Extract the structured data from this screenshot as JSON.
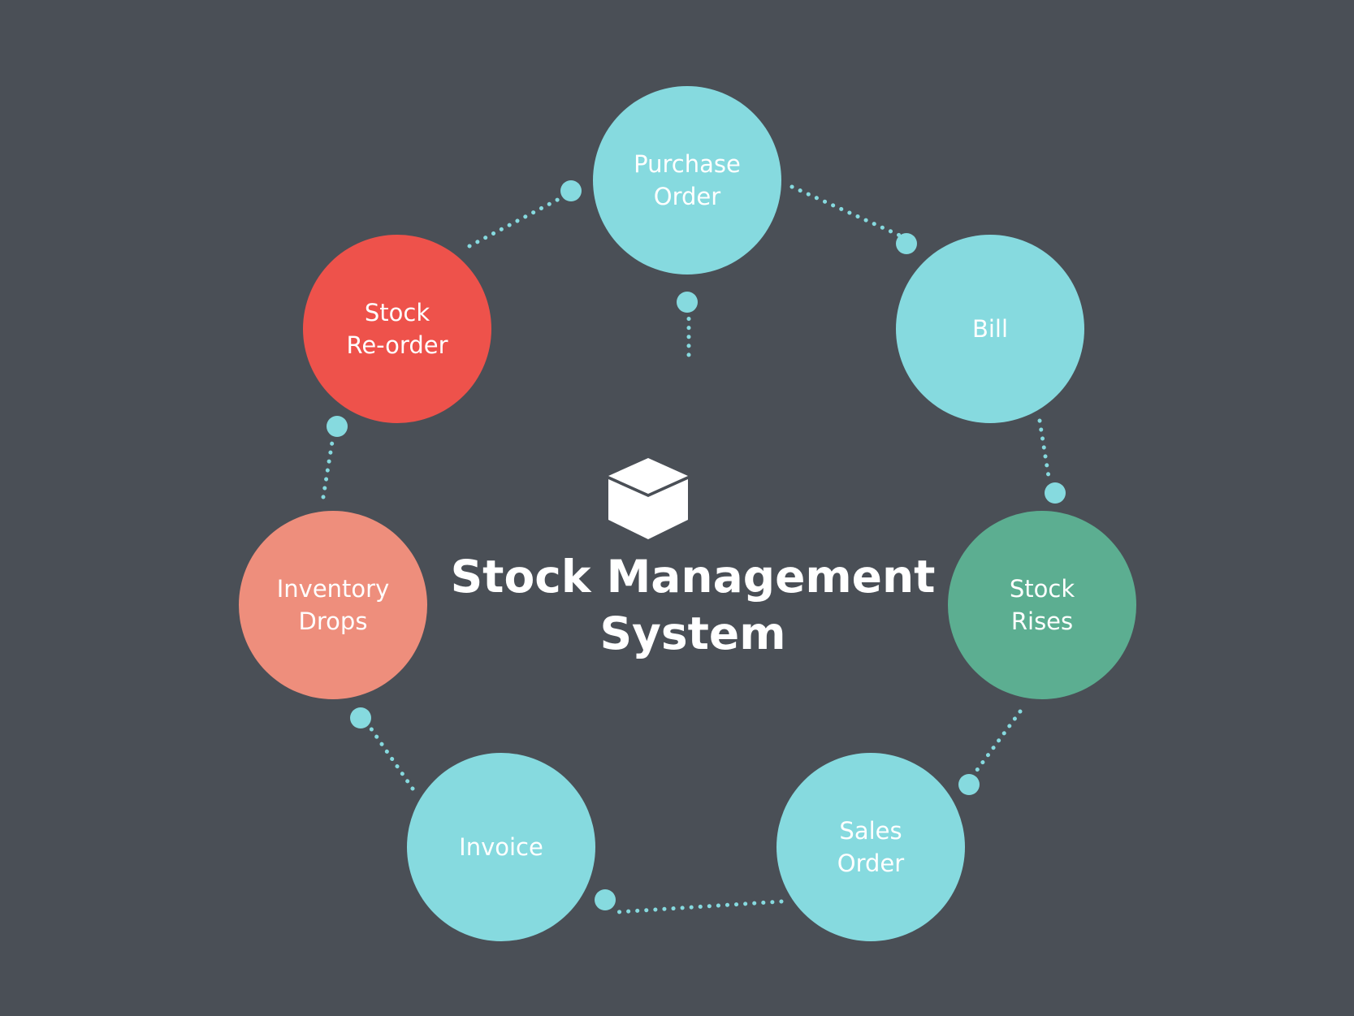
{
  "diagram": {
    "title_lines": [
      "Stock Management",
      "System"
    ],
    "center_icon": "box-icon",
    "nodes": [
      {
        "id": "purchase-order",
        "lines": [
          "Purchase",
          "Order"
        ],
        "color": "#86DADF"
      },
      {
        "id": "bill",
        "lines": [
          "Bill"
        ],
        "color": "#86DADF"
      },
      {
        "id": "stock-rises",
        "lines": [
          "Stock",
          "Rises"
        ],
        "color": "#5CAE91"
      },
      {
        "id": "sales-order",
        "lines": [
          "Sales",
          "Order"
        ],
        "color": "#86DADF"
      },
      {
        "id": "invoice",
        "lines": [
          "Invoice"
        ],
        "color": "#86DADF"
      },
      {
        "id": "inventory-drops",
        "lines": [
          "Inventory",
          "Drops"
        ],
        "color": "#EE8E7C"
      },
      {
        "id": "stock-reorder",
        "lines": [
          "Stock",
          "Re-order"
        ],
        "color": "#EE524B"
      }
    ],
    "colors": {
      "background": "#4A4F56",
      "connector": "#86DADF",
      "text": "#FFFFFF"
    }
  }
}
